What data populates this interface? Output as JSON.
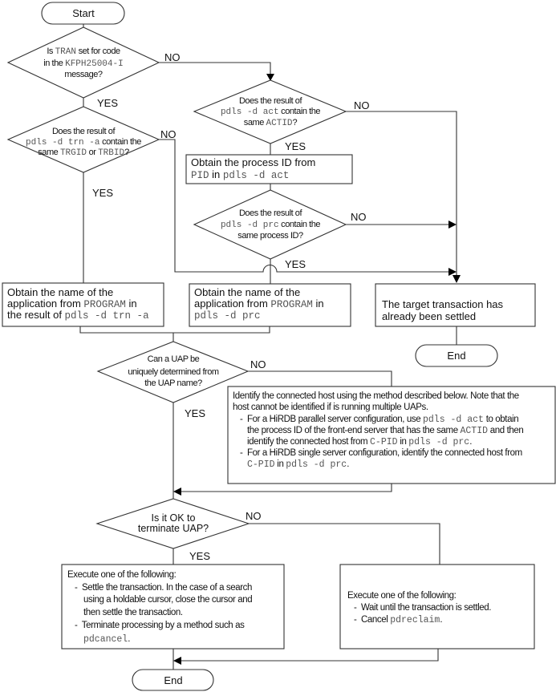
{
  "nodes": {
    "start": {
      "label": "Start"
    },
    "q_tran": {
      "lines": [
        [
          {
            "t": "Is "
          },
          {
            "t": "TRAN",
            "code": true
          },
          {
            "t": " set for code"
          }
        ],
        [
          {
            "t": "in the "
          },
          {
            "t": "KFPH25004-I",
            "code": true
          }
        ],
        [
          {
            "t": "message?"
          }
        ]
      ],
      "yes": "YES",
      "no": "NO"
    },
    "q_trn": {
      "lines": [
        [
          {
            "t": "Does the result of"
          }
        ],
        [
          {
            "t": "pdls -d trn -a",
            "code": true
          },
          {
            "t": " contain the"
          }
        ],
        [
          {
            "t": "same "
          },
          {
            "t": "TRGID",
            "code": true
          },
          {
            "t": " or "
          },
          {
            "t": "TRBID",
            "code": true
          },
          {
            "t": "?"
          }
        ]
      ],
      "yes": "YES",
      "no": "NO"
    },
    "q_act": {
      "lines": [
        [
          {
            "t": "Does the result of"
          }
        ],
        [
          {
            "t": "pdls -d act",
            "code": true
          },
          {
            "t": " contain the"
          }
        ],
        [
          {
            "t": "same "
          },
          {
            "t": "ACTID",
            "code": true
          },
          {
            "t": "?"
          }
        ]
      ],
      "yes": "YES",
      "no": "NO"
    },
    "box_pid": {
      "lines": [
        [
          {
            "t": "Obtain the process ID from"
          }
        ],
        [
          {
            "t": "PID",
            "code": true
          },
          {
            "t": " in "
          },
          {
            "t": "pdls -d act",
            "code": true
          }
        ]
      ]
    },
    "q_prc": {
      "lines": [
        [
          {
            "t": "Does the result of"
          }
        ],
        [
          {
            "t": "pdls -d prc",
            "code": true
          },
          {
            "t": " contain the"
          }
        ],
        [
          {
            "t": "same process ID?"
          }
        ]
      ],
      "yes": "YES",
      "no": "NO"
    },
    "box_prog_trn": {
      "lines": [
        [
          {
            "t": "Obtain the name of the"
          }
        ],
        [
          {
            "t": "application from "
          },
          {
            "t": "PROGRAM",
            "code": true
          },
          {
            "t": " in"
          }
        ],
        [
          {
            "t": "the result of "
          },
          {
            "t": "pdls -d trn -a",
            "code": true
          }
        ]
      ]
    },
    "box_prog_prc": {
      "lines": [
        [
          {
            "t": "Obtain the name of the"
          }
        ],
        [
          {
            "t": "application from "
          },
          {
            "t": "PROGRAM",
            "code": true
          },
          {
            "t": " in"
          }
        ],
        [
          {
            "t": "pdls -d prc",
            "code": true
          }
        ]
      ]
    },
    "box_settled": {
      "lines": [
        [
          {
            "t": "The target transaction has"
          }
        ],
        [
          {
            "t": "already been settled"
          }
        ]
      ]
    },
    "end_settled": {
      "label": "End"
    },
    "q_uap": {
      "lines": [
        [
          {
            "t": "Can a UAP be"
          }
        ],
        [
          {
            "t": "uniquely determined from"
          }
        ],
        [
          {
            "t": "the UAP name?"
          }
        ]
      ],
      "yes": "YES",
      "no": "NO"
    },
    "box_identify": {
      "lines": [
        [
          {
            "t": "Identify the connected host using the method described below. Note that the"
          }
        ],
        [
          {
            "t": "host cannot be identified if is running multiple UAPs."
          }
        ],
        [
          {
            "t": "-  For a HiRDB parallel server configuration, use "
          },
          {
            "t": "pdls -d act",
            "code": true
          },
          {
            "t": " to obtain"
          }
        ],
        [
          {
            "t": "the process ID of the front-end server that has the same "
          },
          {
            "t": "ACTID",
            "code": true
          },
          {
            "t": " and then"
          }
        ],
        [
          {
            "t": "identify the connected host from "
          },
          {
            "t": "C-PID",
            "code": true
          },
          {
            "t": " in "
          },
          {
            "t": "pdls -d prc",
            "code": true
          },
          {
            "t": "."
          }
        ],
        [
          {
            "t": "-  For a HiRDB single server configuration, identify the connected host from"
          }
        ],
        [
          {
            "t": "C-PID",
            "code": true
          },
          {
            "t": " in "
          },
          {
            "t": "pdls -d prc",
            "code": true
          },
          {
            "t": "."
          }
        ]
      ]
    },
    "q_terminate": {
      "lines": [
        [
          {
            "t": "Is it OK to"
          }
        ],
        [
          {
            "t": "terminate UAP?"
          }
        ]
      ],
      "yes": "YES",
      "no": "NO"
    },
    "box_exec_yes": {
      "lines": [
        [
          {
            "t": "Execute one of the following:"
          }
        ],
        [
          {
            "t": "-  Settle the transaction. In the case of a search"
          }
        ],
        [
          {
            "t": "using a holdable cursor, close the cursor and"
          }
        ],
        [
          {
            "t": "then settle the transaction."
          }
        ],
        [
          {
            "t": "-  Terminate processing by a method such as"
          }
        ],
        [
          {
            "t": "pdcancel",
            "code": true
          },
          {
            "t": "."
          }
        ]
      ]
    },
    "box_exec_no": {
      "lines": [
        [
          {
            "t": "Execute one of the following:"
          }
        ],
        [
          {
            "t": "-  Wait until the transaction is settled."
          }
        ],
        [
          {
            "t": "-  Cancel "
          },
          {
            "t": "pdreclaim",
            "code": true
          },
          {
            "t": "."
          }
        ]
      ]
    },
    "end_main": {
      "label": "End"
    }
  }
}
